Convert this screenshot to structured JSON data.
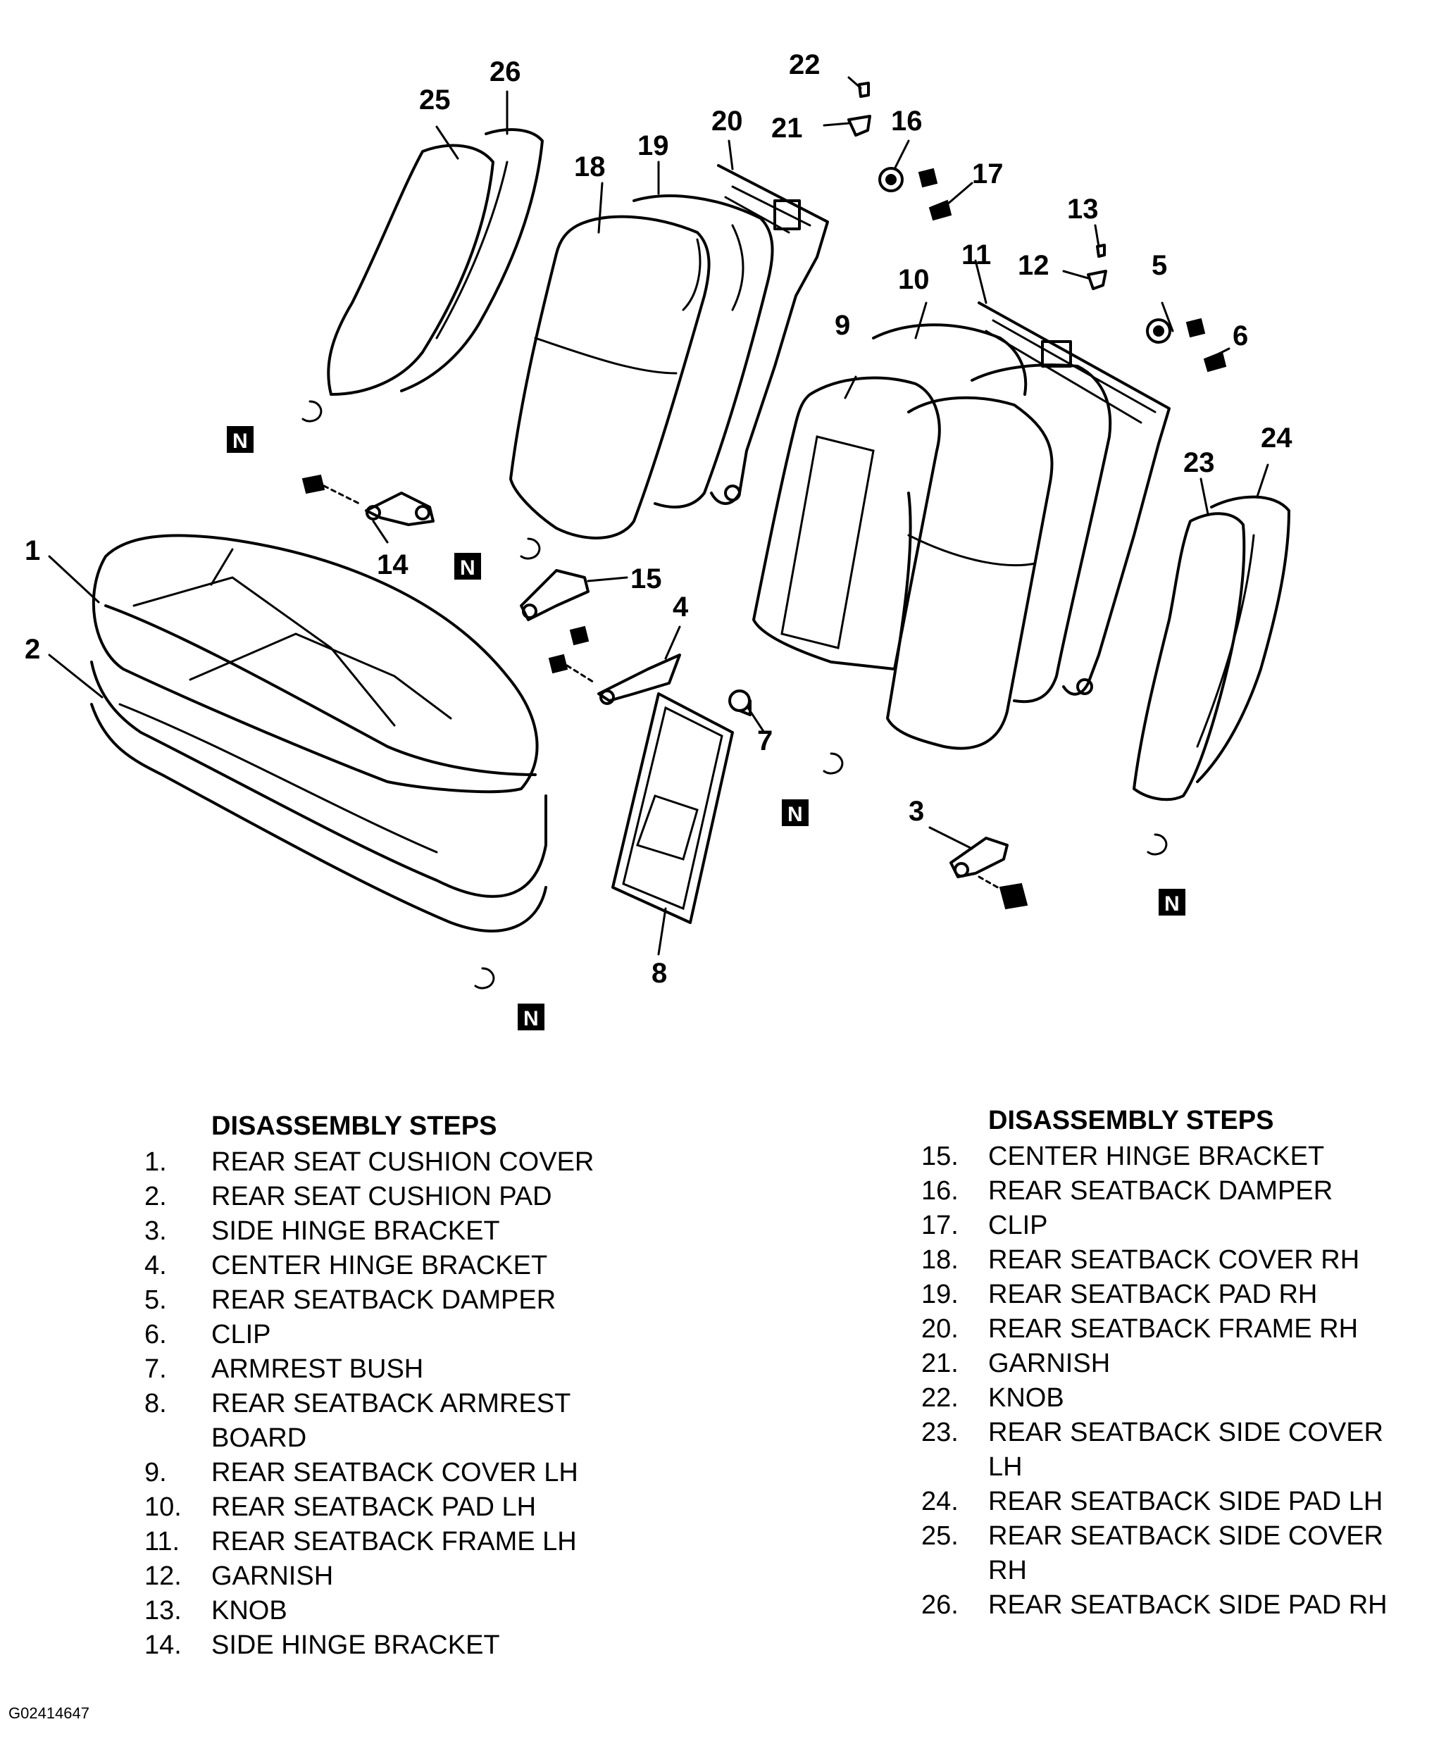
{
  "diagram": {
    "callouts": [
      "1",
      "2",
      "3",
      "4",
      "5",
      "6",
      "7",
      "8",
      "9",
      "10",
      "11",
      "12",
      "13",
      "14",
      "15",
      "16",
      "17",
      "18",
      "19",
      "20",
      "21",
      "22",
      "23",
      "24",
      "25",
      "26"
    ],
    "nonreusable_mark": "N"
  },
  "steps_left": {
    "heading": "DISASSEMBLY STEPS",
    "items": [
      {
        "num": "1.",
        "text": "REAR SEAT CUSHION COVER"
      },
      {
        "num": "2.",
        "text": "REAR SEAT CUSHION PAD"
      },
      {
        "num": "3.",
        "text": "SIDE HINGE BRACKET"
      },
      {
        "num": "4.",
        "text": "CENTER HINGE BRACKET"
      },
      {
        "num": "5.",
        "text": "REAR SEATBACK DAMPER"
      },
      {
        "num": "6.",
        "text": "CLIP"
      },
      {
        "num": "7.",
        "text": "ARMREST BUSH"
      },
      {
        "num": "8.",
        "text": "REAR SEATBACK ARMREST\nBOARD"
      },
      {
        "num": "9.",
        "text": "REAR SEATBACK COVER LH"
      },
      {
        "num": "10.",
        "text": "REAR SEATBACK PAD LH"
      },
      {
        "num": "11.",
        "text": "REAR SEATBACK FRAME LH"
      },
      {
        "num": "12.",
        "text": "GARNISH"
      },
      {
        "num": "13.",
        "text": "KNOB"
      },
      {
        "num": "14.",
        "text": "SIDE HINGE BRACKET"
      }
    ]
  },
  "steps_right": {
    "heading": "DISASSEMBLY STEPS",
    "items": [
      {
        "num": "15.",
        "text": "CENTER HINGE BRACKET"
      },
      {
        "num": "16.",
        "text": "REAR SEATBACK DAMPER"
      },
      {
        "num": "17.",
        "text": "CLIP"
      },
      {
        "num": "18.",
        "text": "REAR SEATBACK COVER RH"
      },
      {
        "num": "19.",
        "text": "REAR SEATBACK PAD RH"
      },
      {
        "num": "20.",
        "text": "REAR SEATBACK FRAME RH"
      },
      {
        "num": "21.",
        "text": "GARNISH"
      },
      {
        "num": "22.",
        "text": "KNOB"
      },
      {
        "num": "23.",
        "text": "REAR SEATBACK SIDE COVER\nLH"
      },
      {
        "num": "24.",
        "text": "REAR SEATBACK SIDE PAD LH"
      },
      {
        "num": "25.",
        "text": "REAR SEATBACK SIDE COVER\nRH"
      },
      {
        "num": "26.",
        "text": "REAR SEATBACK SIDE PAD RH"
      }
    ]
  },
  "figure_code": "G02414647"
}
